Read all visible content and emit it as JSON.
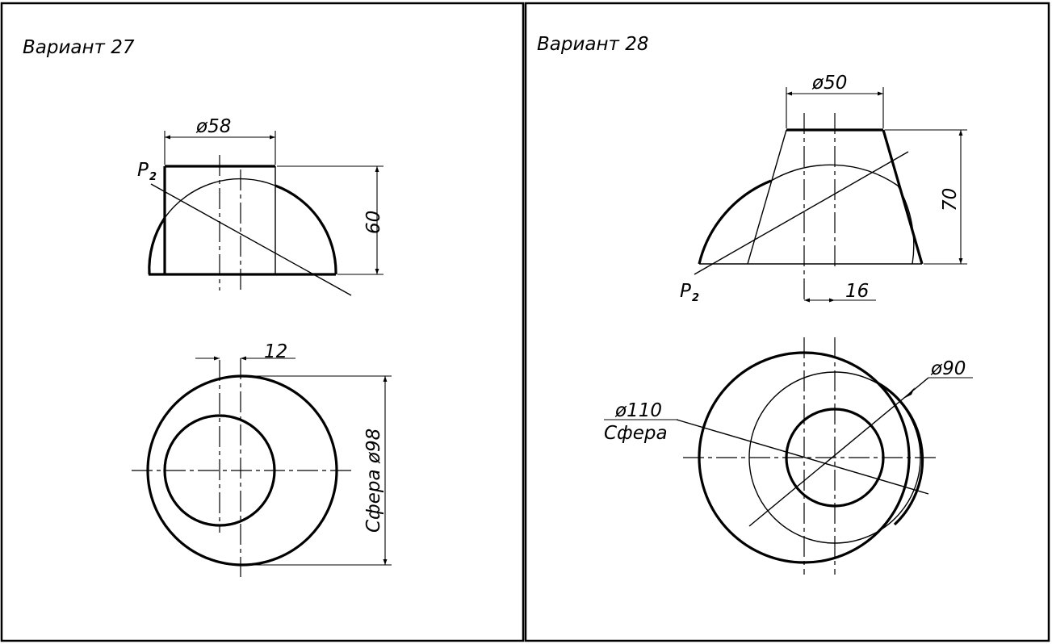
{
  "left_panel": {
    "title": "Вариант 27",
    "dim_diameter": "ø58",
    "plane_label": "P",
    "plane_subscript": "2",
    "dim_height": "60",
    "dim_offset": "12",
    "sphere_label": "Сфера ø98"
  },
  "right_panel": {
    "title": "Вариант 28",
    "dim_diameter": "ø50",
    "dim_height": "70",
    "plane_label": "P",
    "plane_subscript": "2",
    "dim_offset": "16",
    "dim_diameter2": "ø90",
    "sphere_diameter": "ø110",
    "sphere_word": "Сфера"
  }
}
